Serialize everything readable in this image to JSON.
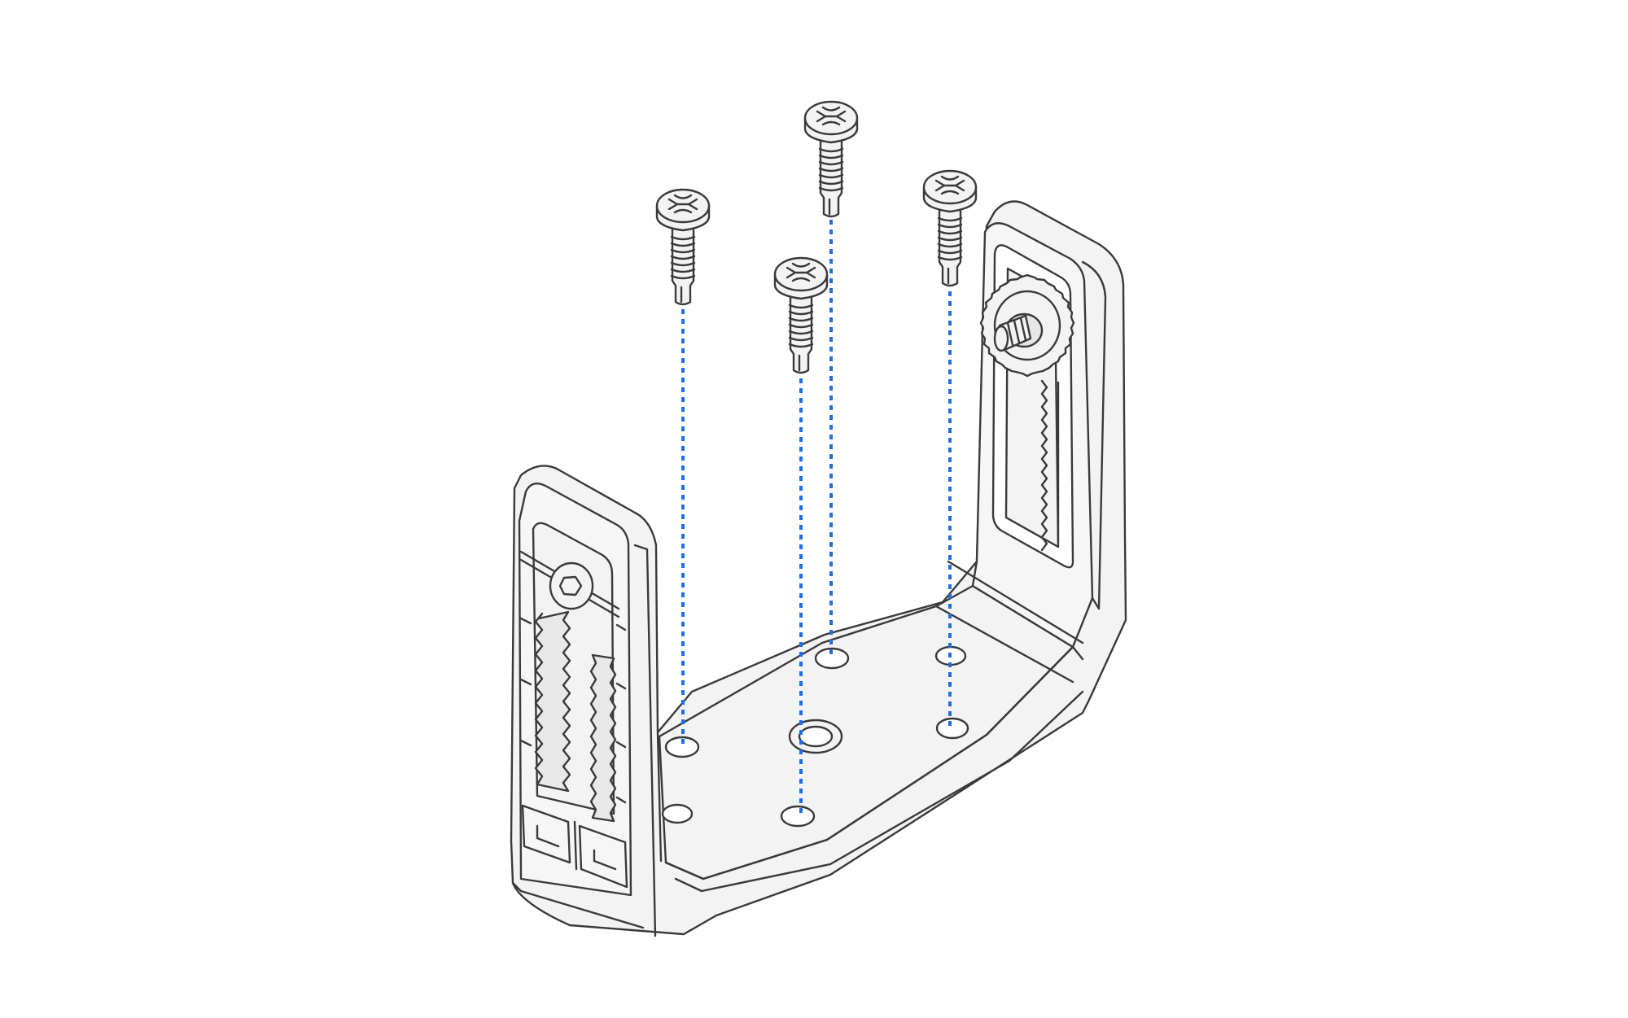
{
  "diagram": {
    "type": "exploded-assembly",
    "subject": "gimbal-mounting-bracket",
    "screw_count": 4,
    "mounting_hole_count": 6,
    "icons": [
      "screw-icon",
      "mounting-bracket-icon",
      "hex-bolt-icon",
      "threaded-stud-icon",
      "ratchet-gear-icon"
    ]
  },
  "colors": {
    "background": "#ffffff",
    "outline": "#3a3a3a",
    "part_fill": "#f3f3f3",
    "part_shade": "#e6e6e6",
    "guide_line": "#1f6fe0"
  }
}
